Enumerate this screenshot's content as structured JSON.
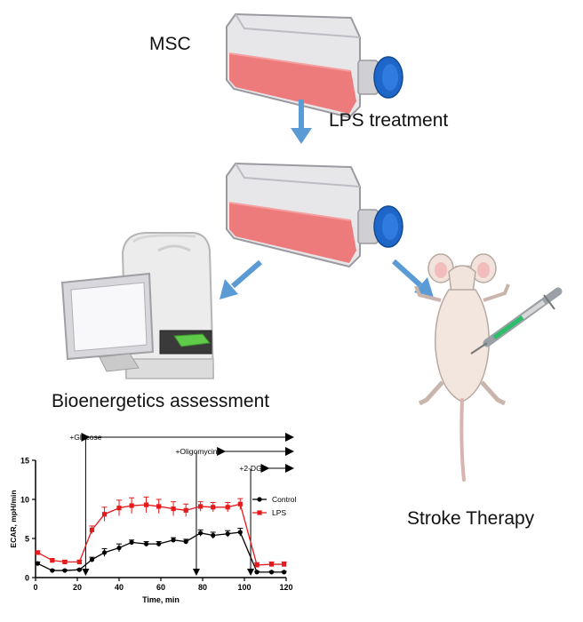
{
  "labels": {
    "msc": "MSC",
    "lps_treatment": "LPS treatment",
    "bioenergetics": "Bioenergetics assessment",
    "stroke_therapy": "Stroke Therapy"
  },
  "colors": {
    "arrow": "#5B9BD5",
    "medium": "#EE6C6C",
    "cap": "#1F66C9",
    "control": "#000000",
    "lps": "#E41A1C",
    "screen": "#5FC94A",
    "syringe_fluid": "#2DBE6C"
  },
  "icons": [
    "culture-flask-icon",
    "analyzer-machine-icon",
    "rat-icon",
    "syringe-icon"
  ],
  "chart_data": {
    "type": "line",
    "xlabel": "Time, min",
    "ylabel": "ECAR, mpH/min",
    "xlim": [
      0,
      120
    ],
    "ylim": [
      0,
      15
    ],
    "xticks": [
      0,
      20,
      40,
      60,
      80,
      100,
      120
    ],
    "yticks": [
      0,
      5,
      10,
      15
    ],
    "grid": false,
    "legend_position": "right",
    "annotations": [
      {
        "label": "+Glucose",
        "x": 24,
        "range": [
          24,
          120
        ]
      },
      {
        "label": "+Oligomycin",
        "x": 77,
        "range": [
          89,
          120
        ]
      },
      {
        "label": "+2-DG",
        "x": 103,
        "range": [
          110,
          120
        ]
      }
    ],
    "x": [
      1,
      8,
      14,
      21,
      27,
      33,
      40,
      46,
      53,
      59,
      66,
      72,
      79,
      85,
      92,
      98,
      106,
      113,
      119
    ],
    "series": [
      {
        "name": "Control",
        "marker": "circle",
        "values": [
          1.8,
          0.9,
          0.9,
          1.0,
          2.3,
          3.2,
          3.8,
          4.5,
          4.3,
          4.3,
          4.8,
          4.6,
          5.7,
          5.4,
          5.6,
          5.8,
          0.7,
          0.7,
          0.7
        ],
        "errors": [
          0.2,
          0.1,
          0.1,
          0.1,
          0.3,
          0.5,
          0.5,
          0.3,
          0.3,
          0.3,
          0.3,
          0.3,
          0.4,
          0.4,
          0.4,
          0.5,
          0.1,
          0.1,
          0.1
        ]
      },
      {
        "name": "LPS",
        "marker": "square",
        "values": [
          3.2,
          2.2,
          2.0,
          2.0,
          6.1,
          8.1,
          8.9,
          9.2,
          9.3,
          9.1,
          8.8,
          8.6,
          9.1,
          9.0,
          9.0,
          9.4,
          1.6,
          1.7,
          1.7
        ],
        "errors": [
          0.2,
          0.2,
          0.2,
          0.2,
          0.5,
          0.9,
          1.0,
          1.0,
          1.0,
          0.9,
          0.9,
          0.8,
          0.6,
          0.6,
          0.6,
          0.7,
          0.3,
          0.3,
          0.3
        ]
      }
    ]
  }
}
